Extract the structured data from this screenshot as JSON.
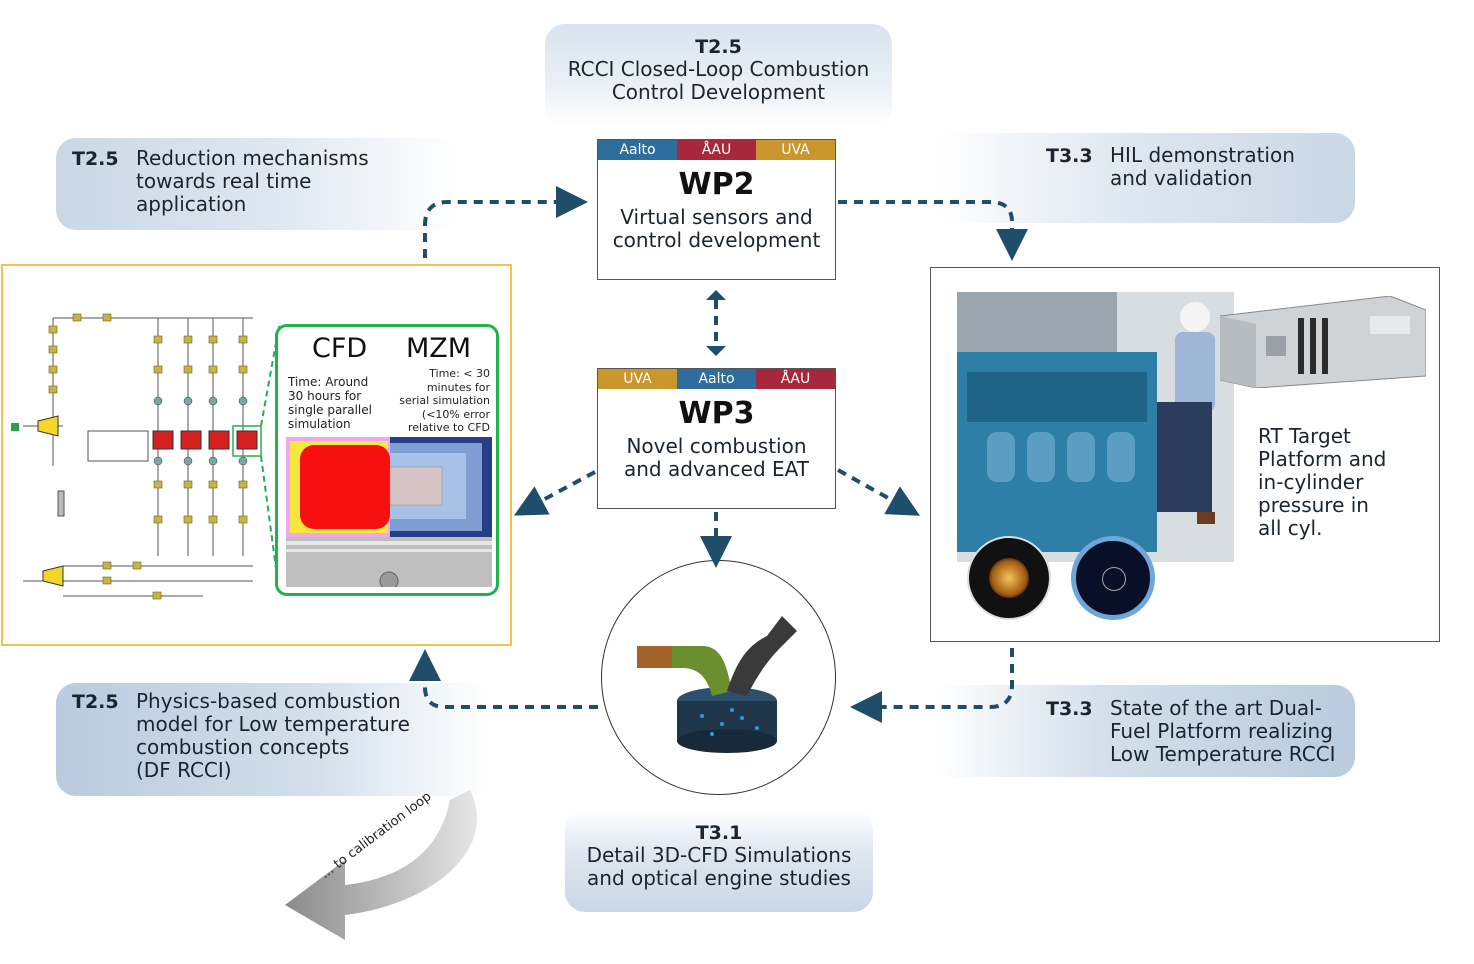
{
  "callouts": {
    "top": {
      "tag": "T2.5",
      "line1": "RCCI Closed-Loop Combustion",
      "line2": "Control Development"
    },
    "top_left": {
      "tag": "T2.5",
      "line1": "Reduction mechanisms",
      "line2": "towards real time",
      "line3": "application"
    },
    "top_right": {
      "tag": "T3.3",
      "line1": "HIL demonstration",
      "line2": "and validation"
    },
    "bottom_left": {
      "tag": "T2.5",
      "line1": "Physics-based combustion",
      "line2": "model for Low temperature",
      "line3": "combustion concepts",
      "line4": "(DF RCCI)"
    },
    "bottom_right": {
      "tag": "T3.3",
      "line1": "State of the art Dual-",
      "line2": "Fuel Platform realizing",
      "line3": "Low Temperature RCCI"
    },
    "bottom": {
      "tag": "T3.1",
      "line1": "Detail 3D-CFD Simulations",
      "line2": "and optical engine studies"
    }
  },
  "wp2": {
    "partners": [
      "Aalto",
      "ÅAU",
      "UVA"
    ],
    "partner_colors": [
      "#2e6e9e",
      "#a8283b",
      "#c9972d"
    ],
    "title": "WP2",
    "line1": "Virtual sensors and",
    "line2": "control development"
  },
  "wp3": {
    "partners": [
      "UVA",
      "Aalto",
      "ÅAU"
    ],
    "partner_colors": [
      "#c9972d",
      "#2e6e9e",
      "#a8283b"
    ],
    "title": "WP3",
    "line1": "Novel combustion",
    "line2": "and advanced EAT"
  },
  "cfd_panel": {
    "cfd_label": "CFD",
    "mzm_label": "MZM",
    "cfd_time": [
      "Time: Around",
      "30 hours for",
      "single parallel",
      "simulation"
    ],
    "mzm_time": [
      "Time: < 30",
      "minutes for",
      "serial simulation",
      "(<10% error",
      "relative to CFD"
    ]
  },
  "rt_panel": {
    "lines": [
      "RT Target",
      "Platform and",
      "in-cylinder",
      "pressure in",
      "all cyl."
    ]
  },
  "calibration_label": "... to calibration loop",
  "colors": {
    "arrow": "#1f4e6b",
    "accent_green": "#22b14c",
    "accent_yellow": "#f2c34b"
  }
}
